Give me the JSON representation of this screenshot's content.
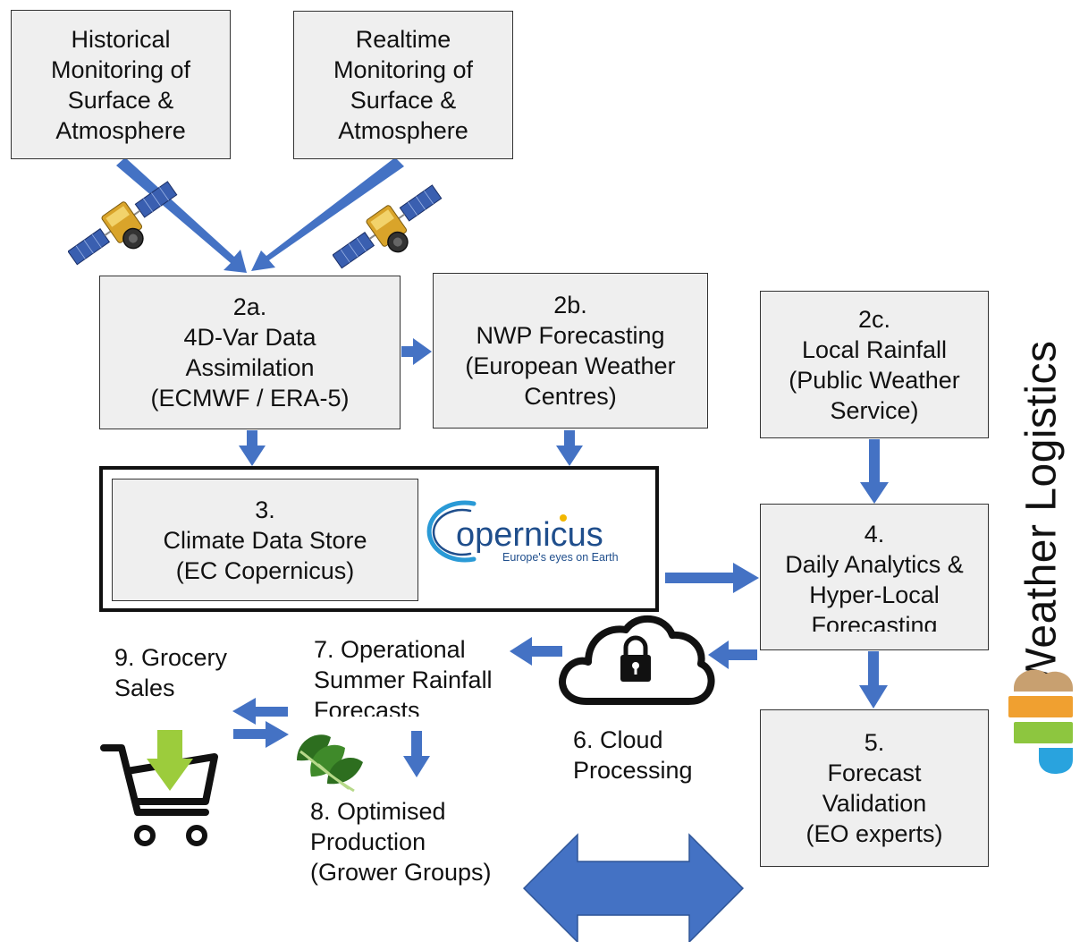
{
  "boxes": {
    "historical": [
      "Historical",
      "Monitoring of",
      "Surface &",
      "Atmosphere"
    ],
    "realtime": [
      "Realtime",
      "Monitoring of",
      "Surface &",
      "Atmosphere"
    ],
    "b2a": [
      "2a.",
      "4D-Var Data",
      "Assimilation",
      "(ECMWF / ERA-5)"
    ],
    "b2b": [
      "2b.",
      "NWP Forecasting",
      "(European Weather",
      "Centres)"
    ],
    "b2c": [
      "2c.",
      "Local Rainfall",
      "(Public Weather",
      "Service)"
    ],
    "b3": [
      "3.",
      "Climate Data Store",
      "(EC Copernicus)"
    ],
    "b4": [
      "4.",
      "Daily Analytics &",
      "Hyper-Local",
      "Forecasting"
    ],
    "b5": [
      "5.",
      "Forecast",
      "Validation",
      "(EO experts)"
    ]
  },
  "labels": {
    "grocery": [
      "9. Grocery",
      "Sales"
    ],
    "operational": [
      "7. Operational",
      "Summer Rainfall",
      "Forecasts"
    ],
    "cloud": [
      "6. Cloud",
      "Processing"
    ],
    "optimised": [
      "8. Optimised",
      "Production",
      "(Grower Groups)"
    ]
  },
  "copernicus": {
    "wordmark": "opernicus",
    "tagline": "Europe's eyes on Earth"
  },
  "brand": {
    "name": "Weather Logistics"
  },
  "colors": {
    "arrow": "#4472c4",
    "box_fill": "#efefef",
    "copernicus_blue": "#1f4e8c",
    "copernicus_light": "#2a9ad6",
    "wl_brown": "#c8a070",
    "wl_orange": "#f0a030",
    "wl_green": "#8dc63f",
    "wl_blue": "#29a3de",
    "basket_arrow": "#9ccc3c"
  },
  "icons": [
    "satellite-icon",
    "cloud-lock-icon",
    "shopping-cart-icon",
    "spinach-icon",
    "copernicus-logo",
    "weather-logistics-logo"
  ]
}
